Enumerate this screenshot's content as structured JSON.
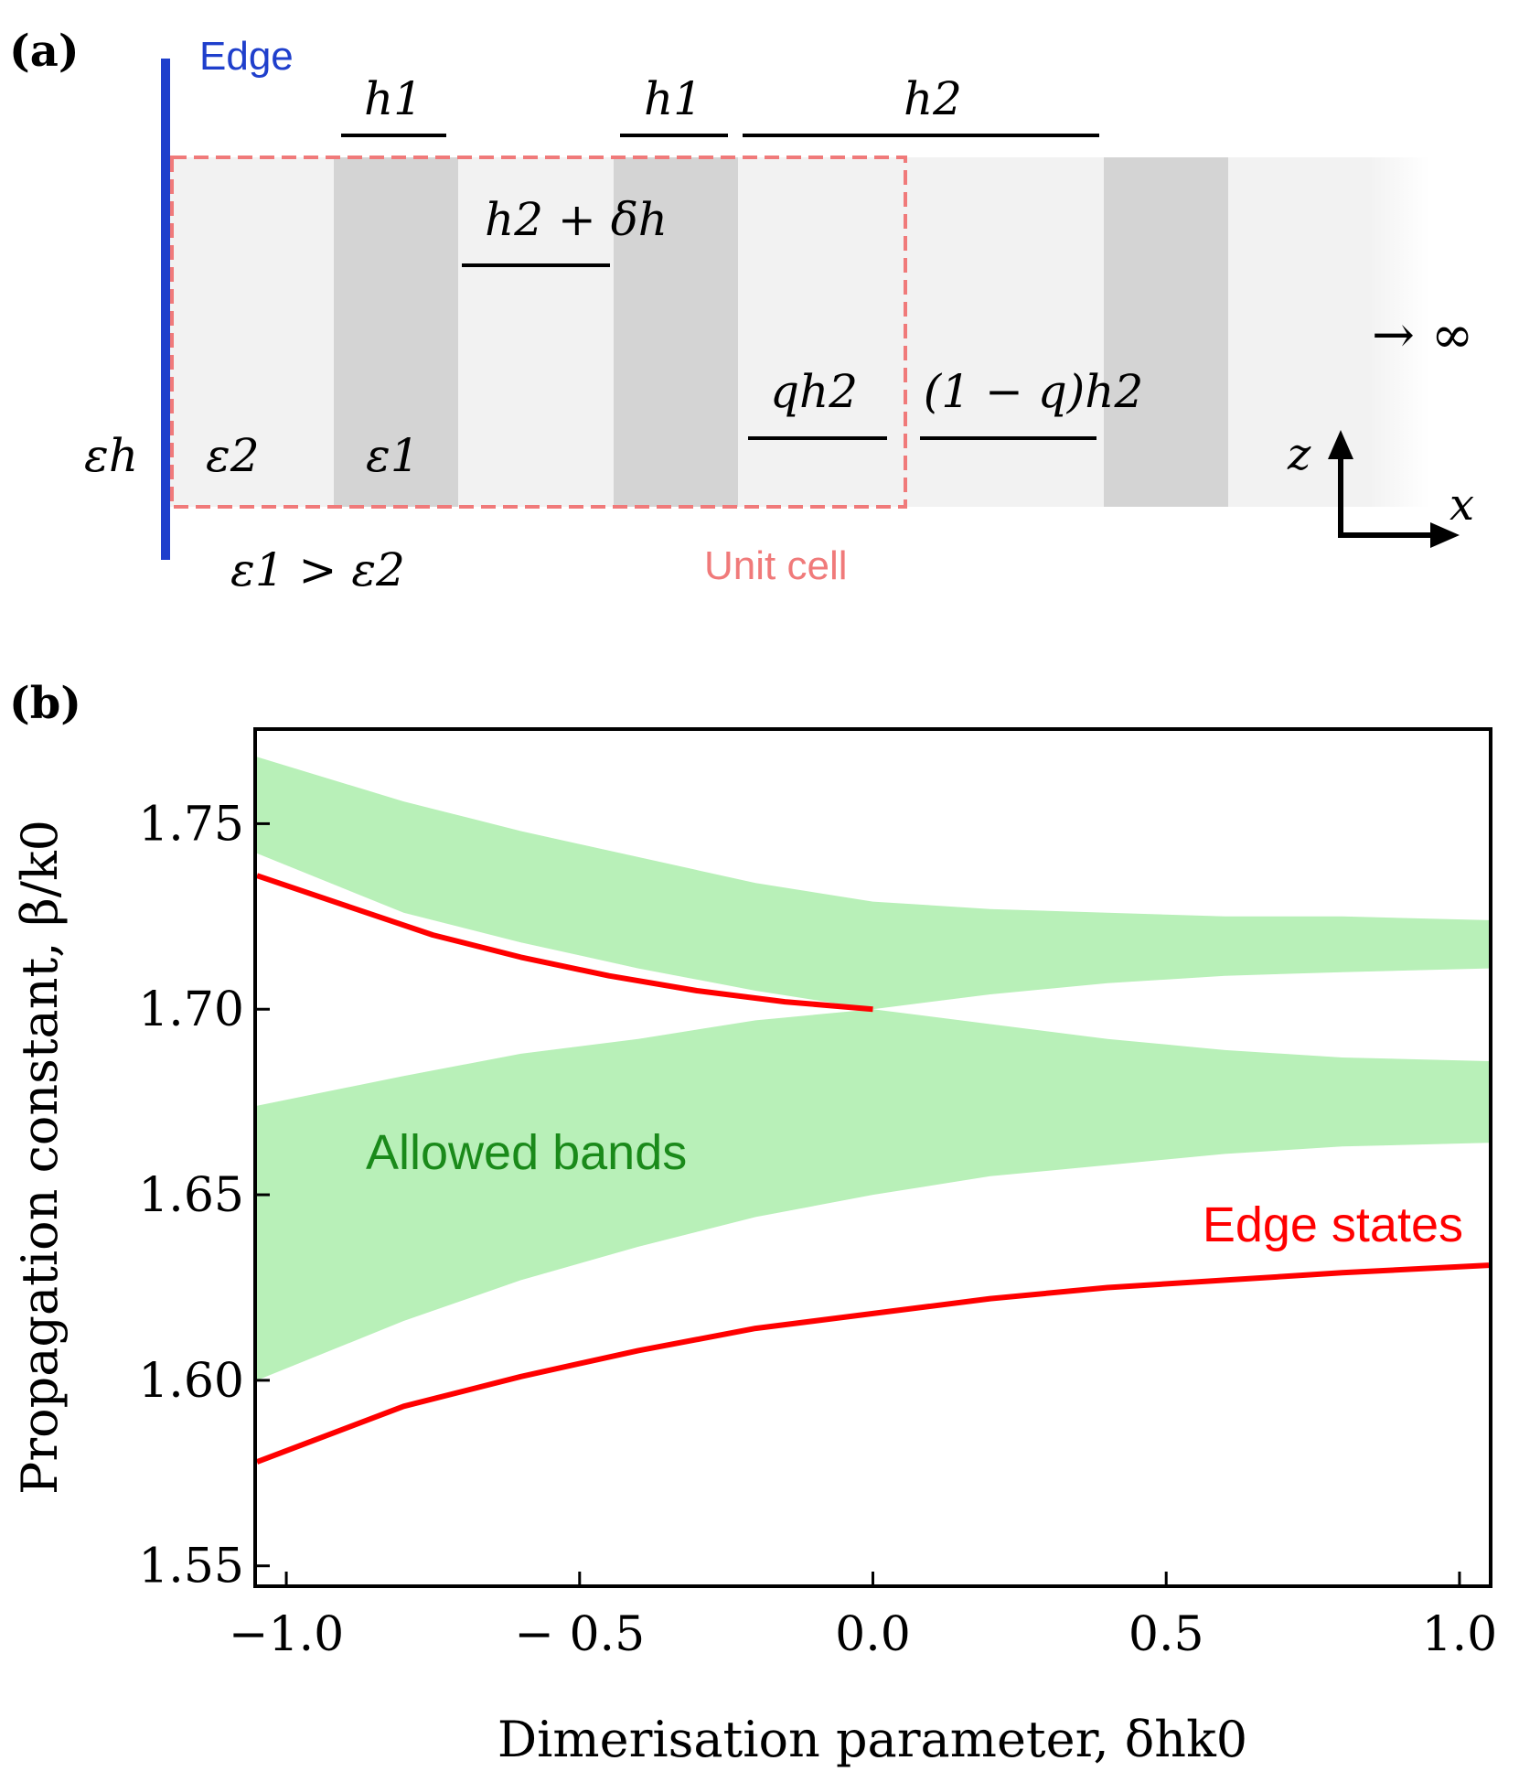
{
  "panel_a": {
    "label": "(a)",
    "edge_label": "Edge",
    "unit_cell_label": "Unit cell",
    "eps_h": "εh",
    "eps2": "ε2",
    "eps1": "ε1",
    "ineq": "ε1 > ε2",
    "h1_a": "h1",
    "h1_b": "h1",
    "h2_top": "h2",
    "h2_dh": "h2 + δh",
    "qh2": "qh2",
    "one_minus_q": "(1 − q)h2",
    "infinity": "→ ∞",
    "axis_z": "z",
    "axis_x": "x",
    "colors": {
      "edge": "#1f3fcc",
      "unit_cell": "#f07a7a",
      "eps1": "#d4d4d4",
      "eps2": "#f2f2f2"
    }
  },
  "panel_b": {
    "label": "(b)"
  },
  "chart_data": {
    "type": "area",
    "xlabel": "Dimerisation parameter, δhk0",
    "ylabel": "Propagation constant, β/k0",
    "xlim": [
      -1.05,
      1.05
    ],
    "ylim": [
      1.545,
      1.775
    ],
    "xticks": [
      -1.0,
      -0.5,
      0.0,
      0.5,
      1.0
    ],
    "xtick_labels": [
      "−1.0",
      "− 0.5",
      "0.0",
      "0.5",
      "1.0"
    ],
    "yticks": [
      1.55,
      1.6,
      1.65,
      1.7,
      1.75
    ],
    "ytick_labels": [
      "1.55",
      "1.60",
      "1.65",
      "1.70",
      "1.75"
    ],
    "grid": false,
    "x": [
      -1.05,
      -0.8,
      -0.6,
      -0.4,
      -0.2,
      0.0,
      0.2,
      0.4,
      0.6,
      0.8,
      1.05
    ],
    "bands": [
      {
        "label": "Allowed bands",
        "color": "#b8f0b8",
        "lower": [
          1.742,
          1.726,
          1.718,
          1.711,
          1.705,
          1.7,
          1.704,
          1.707,
          1.709,
          1.71,
          1.711
        ],
        "upper": [
          1.768,
          1.756,
          1.748,
          1.741,
          1.734,
          1.729,
          1.727,
          1.726,
          1.725,
          1.725,
          1.724
        ]
      },
      {
        "label": "Allowed bands",
        "color": "#b8f0b8",
        "lower": [
          1.6,
          1.616,
          1.627,
          1.636,
          1.644,
          1.65,
          1.655,
          1.658,
          1.661,
          1.663,
          1.664
        ],
        "upper": [
          1.674,
          1.682,
          1.688,
          1.692,
          1.697,
          1.7,
          1.696,
          1.692,
          1.689,
          1.687,
          1.686
        ]
      }
    ],
    "series": [
      {
        "name": "Edge states",
        "color": "#ff0000",
        "x": [
          -1.05,
          -0.9,
          -0.75,
          -0.6,
          -0.45,
          -0.3,
          -0.15,
          0.0
        ],
        "y": [
          1.736,
          1.728,
          1.72,
          1.714,
          1.709,
          1.705,
          1.702,
          1.7
        ]
      },
      {
        "name": "Edge states",
        "color": "#ff0000",
        "x": [
          -1.05,
          -0.8,
          -0.6,
          -0.4,
          -0.2,
          0.0,
          0.2,
          0.4,
          0.6,
          0.8,
          1.05
        ],
        "y": [
          1.578,
          1.593,
          1.601,
          1.608,
          1.614,
          1.618,
          1.622,
          1.625,
          1.627,
          1.629,
          1.631
        ]
      }
    ],
    "annotations": [
      {
        "text": "Allowed bands",
        "color": "#1a8a1a"
      },
      {
        "text": "Edge states",
        "color": "#ff0000"
      }
    ]
  }
}
